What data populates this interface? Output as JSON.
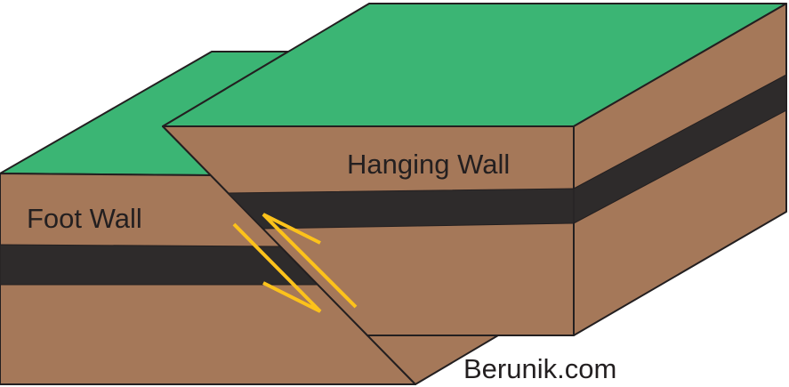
{
  "labels": {
    "hanging_wall": "Hanging Wall",
    "foot_wall": "Foot Wall",
    "watermark": "Berunik.com"
  },
  "colors": {
    "ground_surface": "#3bb574",
    "rock": "#a57859",
    "dark_layer": "#2e2b2b",
    "motion_arrow": "#fcc21b"
  }
}
